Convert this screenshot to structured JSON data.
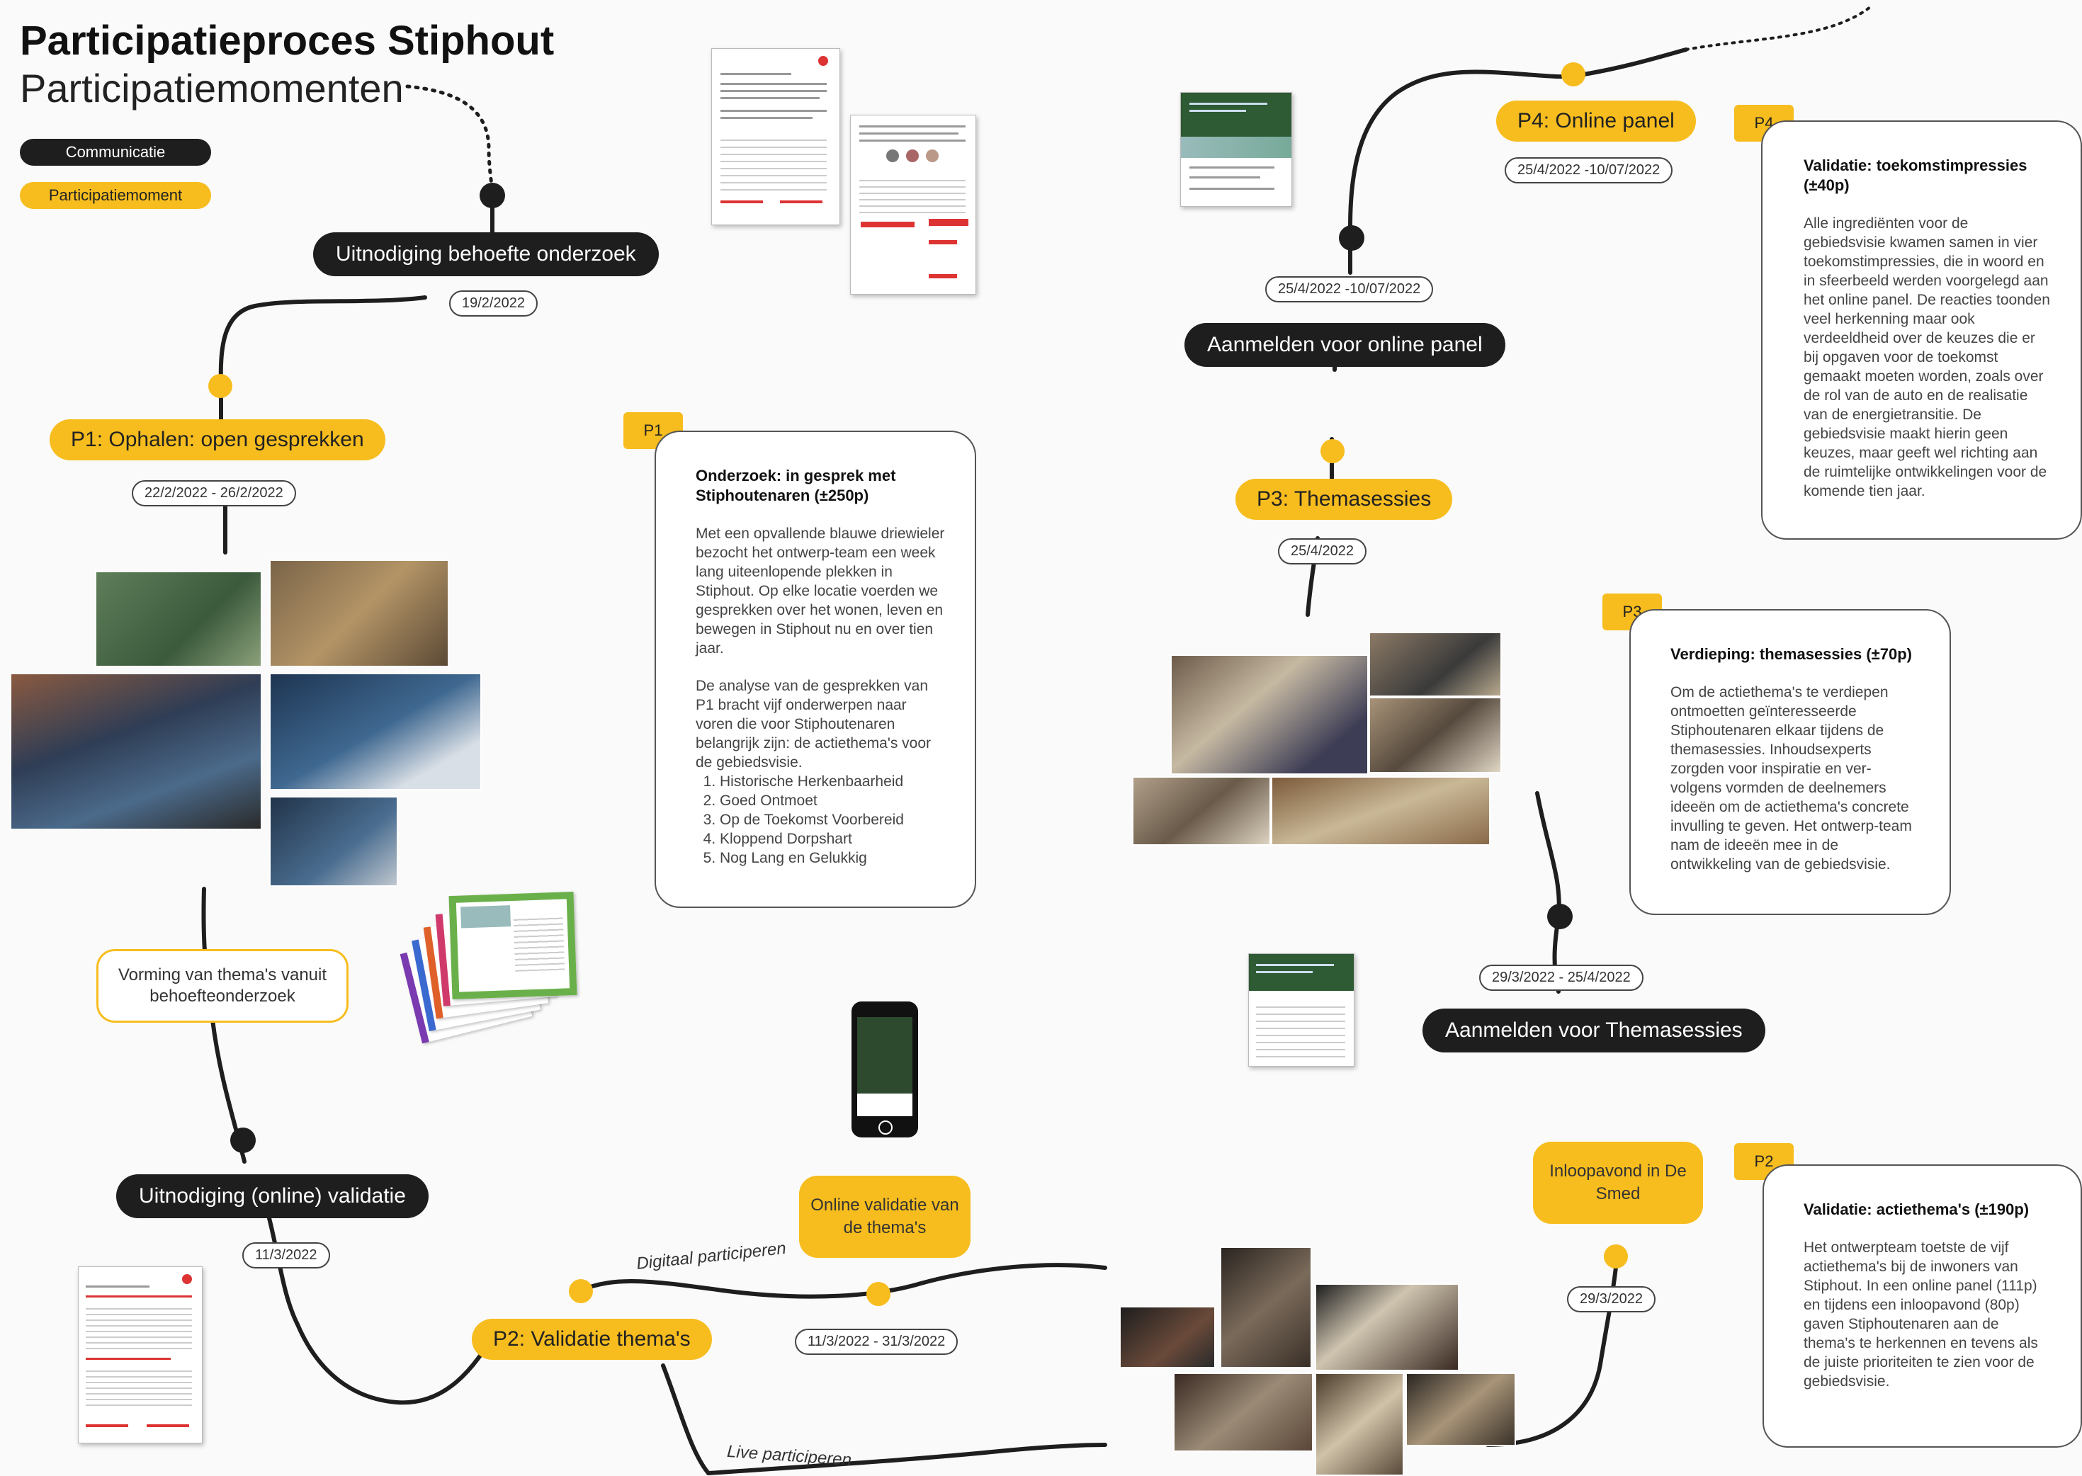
{
  "header": {
    "title": "Participatieproces Stiphout",
    "subtitle": "Participatiemomenten"
  },
  "legend": {
    "communication": "Communicatie",
    "participation": "Participatiemoment"
  },
  "colors": {
    "accent": "#f7bd1e",
    "dark": "#1e1e1e",
    "red": "#d33333"
  },
  "communication_steps": [
    {
      "label": "Uitnodiging behoefte onderzoek",
      "date": "19/2/2022"
    },
    {
      "label": "Aanmelden voor online panel",
      "date": "25/4/2022 -10/07/2022"
    },
    {
      "label": "Aanmelden voor Themasessies",
      "date": "29/3/2022 - 25/4/2022"
    },
    {
      "label": "Uitnodiging (online) validatie",
      "date": "11/3/2022"
    }
  ],
  "participation_steps": [
    {
      "label": "P1: Ophalen: open gesprekken",
      "date": "22/2/2022 - 26/2/2022"
    },
    {
      "label": "P2: Validatie thema's",
      "date": "11/3/2022 - 31/3/2022"
    },
    {
      "label": "P3: Themasessies",
      "date": "25/4/2022"
    },
    {
      "label": "P4: Online panel",
      "date": "25/4/2022 -10/07/2022"
    }
  ],
  "extra_boxes": {
    "vorming": "Vorming van thema's vanuit behoefteonderzoek",
    "online_validatie": "Online validatie van de thema's",
    "inloopavond": "Inloopavond in De Smed",
    "inloopavond_date": "29/3/2022"
  },
  "branch_labels": {
    "digitaal": "Digitaal participeren",
    "live": "Live participeren"
  },
  "cards": {
    "p1": {
      "tag": "P1",
      "heading": "Onderzoek: in gesprek met Stiphoutenaren (±250p)",
      "para1": "Met een opvallende blauwe driewieler bezocht het ontwerp-team een week lang uiteenlopende plekken in Stiphout. Op elke locatie voerden we gesprekken over het wonen, leven en bewegen in Stiphout nu en over tien jaar.",
      "para2": "De analyse van de gesprekken van P1 bracht vijf onderwerpen naar voren die voor Stiphoutenaren belangrijk zijn: de actiethema's voor de gebiedsvisie.",
      "list": [
        "Historische Herkenbaarheid",
        "Goed Ontmoet",
        "Op de Toekomst Voorbereid",
        "Kloppend Dorpshart",
        "Nog Lang en Gelukkig"
      ]
    },
    "p2": {
      "tag": "P2",
      "heading": "Validatie: actiethema's (±190p)",
      "para1": "Het ontwerpteam toetste de vijf actiethema's bij de inwoners van Stiphout. In een online panel (111p) en tijdens een inloopavond (80p) gaven Stiphoutenaren aan de thema's te herkennen en tevens als de juiste prioriteiten te zien voor de gebiedsvisie."
    },
    "p3": {
      "tag": "P3",
      "heading": "Verdieping: themasessies (±70p)",
      "para1": "Om de actiethema's te verdiepen ontmoetten geïnteresseerde Stiphoutenaren elkaar tijdens de themasessies. Inhoudsexperts zorgden voor inspiratie en ver-volgens vormden de deelnemers ideeën om de actiethema's concrete invulling te geven. Het ontwerp-team nam de ideeën mee in de ontwikkeling van de gebiedsvisie."
    },
    "p4": {
      "tag": "P4",
      "heading": "Validatie: toekomstimpressies (±40p)",
      "para1": "Alle ingrediënten voor de gebiedsvisie kwamen samen in vier toekomstimpressies, die in woord en in sfeerbeeld werden voorgelegd aan het online panel. De reacties toonden veel herkenning maar ook verdeeldheid over de keuzes die er bij opgaven voor de toekomst gemaakt moeten worden, zoals over de rol van de auto en de realisatie van de energietransitie. De gebiedsvisie maakt hierin geen keuzes, maar geeft wel richting aan de ruimtelijke ontwikkelingen voor de komende tien jaar."
    }
  }
}
